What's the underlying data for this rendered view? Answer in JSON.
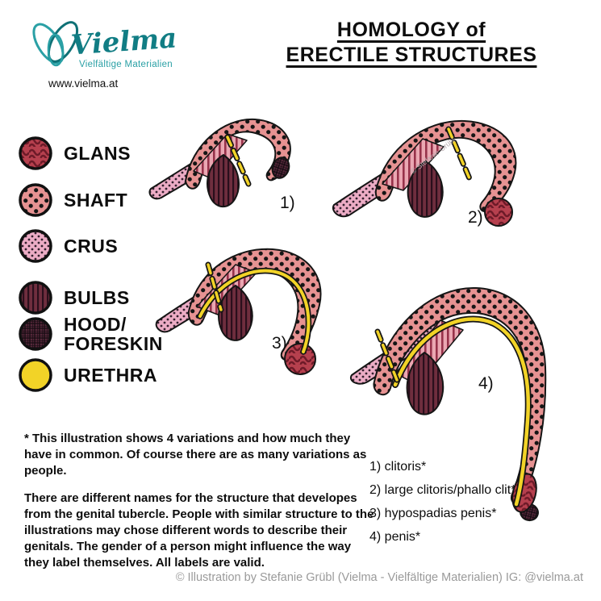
{
  "brand": {
    "name": "Vielma",
    "tagline": "Vielfältige Materialien",
    "url": "www.vielma.at"
  },
  "title": {
    "line1": "HOMOLOGY of",
    "line2": "ERECTILE STRUCTURES"
  },
  "legend": {
    "items": [
      {
        "label": "GLANS"
      },
      {
        "label": "SHAFT"
      },
      {
        "label": "CRUS"
      },
      {
        "label": "BULBS"
      },
      {
        "label": "HOOD/\nFORESKIN"
      },
      {
        "label": "URETHRA"
      }
    ]
  },
  "figures": [
    {
      "number": "1)",
      "caption": "clitoris*"
    },
    {
      "number": "2)",
      "caption": "large clitoris/phallo clit*"
    },
    {
      "number": "3)",
      "caption": "hypospadias penis*"
    },
    {
      "number": "4)",
      "caption": "penis*"
    }
  ],
  "watermark": "© Stefanie Grübl",
  "notes": {
    "para1": "* This illustration shows 4 variations and how much they have in common. Of course there are as many variations as people.",
    "para2": "There are different names for the structure that developes from the genital tubercle. People with similar structure to the illustrations may chose different words to describe their genitals. The gender of a person might influence the way they label themselves. All labels are valid."
  },
  "labels_list": [
    "1) clitoris*",
    "2) large clitoris/phallo clit*",
    "3) hypospadias penis*",
    "4) penis*"
  ],
  "footer": "© Illustration by Stefanie Grübl (Vielma - Vielfältige Materialien) IG: @vielma.at",
  "colors": {
    "glans": "#b6404e",
    "shaft": "#e69292",
    "crus": "#ecacc5",
    "bulbs": "#6f2e3e",
    "hood": "#56283a",
    "urethra": "#f2d327",
    "brand_teal": "#117d84"
  }
}
